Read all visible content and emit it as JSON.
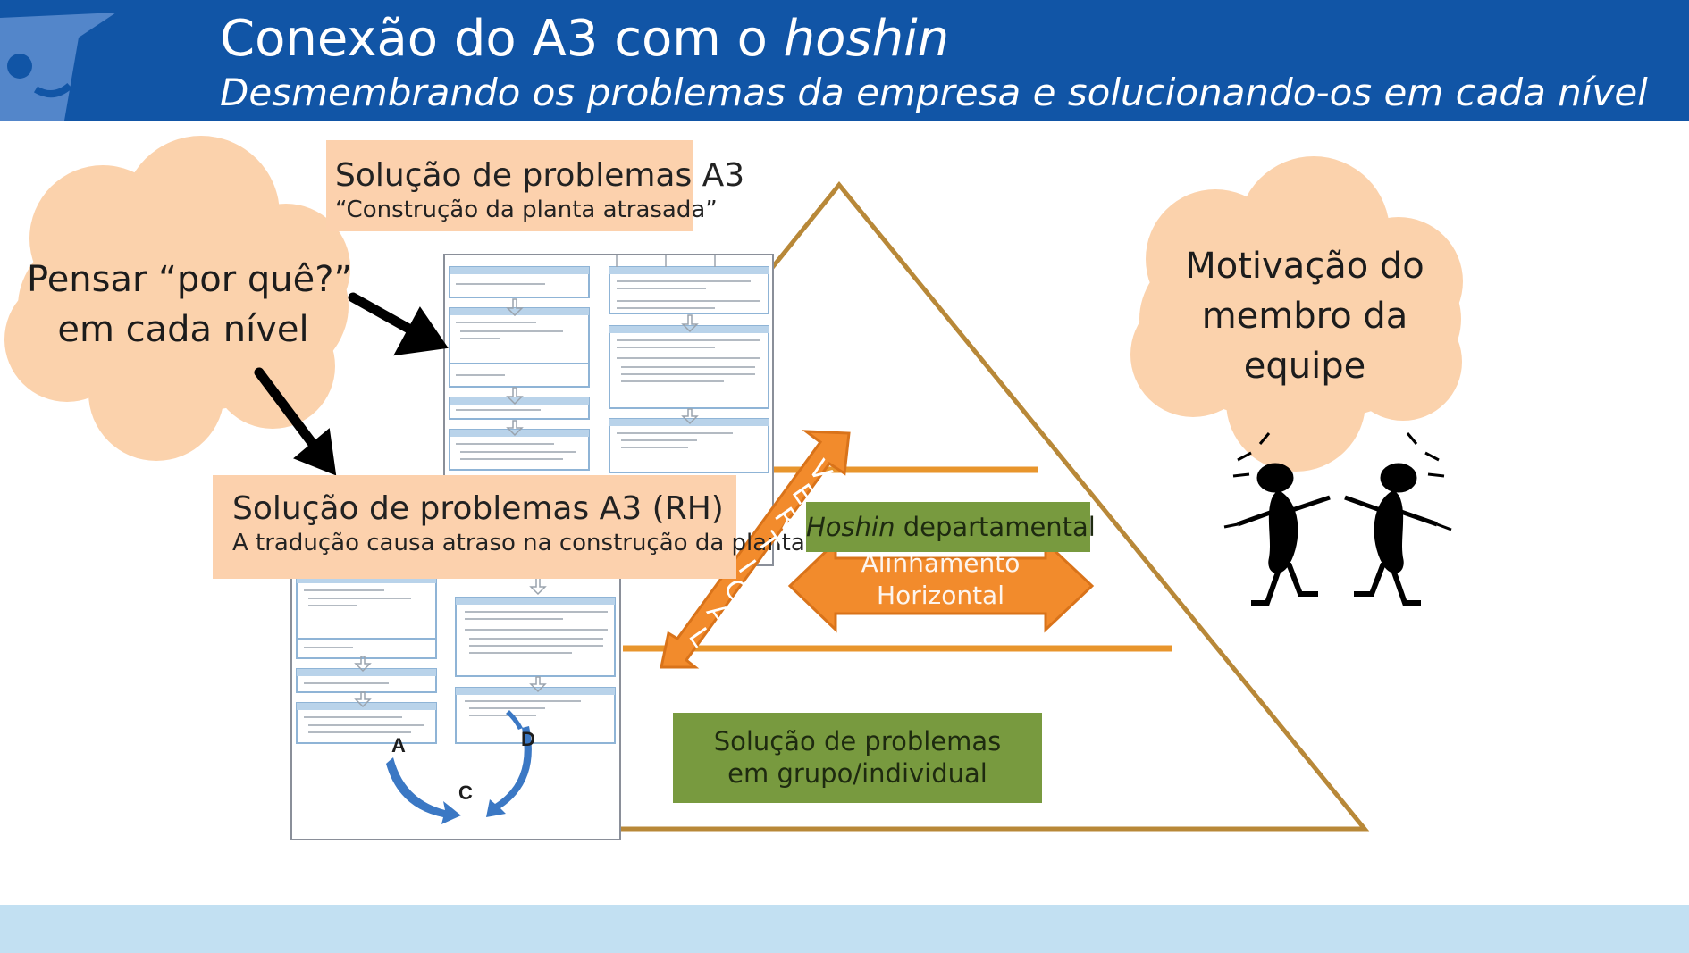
{
  "header": {
    "title_main": "Conexão do A3 com o",
    "title_italic": "hoshin",
    "subtitle": "Desmembrando os problemas da empresa e solucionando-os em cada nível"
  },
  "cloud_left": {
    "line1": "Pensar “por quê?”",
    "line2": "em cada nível"
  },
  "cloud_right": {
    "line1": "Motivação do",
    "line2": "membro da",
    "line3": "equipe"
  },
  "a3_top": {
    "title": "Solução de problemas A3",
    "subtitle": "“Construção da planta atrasada”"
  },
  "a3_rh": {
    "title": "Solução de problemas A3 (RH)",
    "subtitle": "A tradução causa atraso na construção da planta"
  },
  "pyramid": {
    "hoshin_italic": "Hoshin",
    "hoshin_rest": " departamental",
    "horizontal_line1": "Alinhamento",
    "horizontal_line2": "Horizontal",
    "vertical_letters": [
      "V",
      "E",
      "R",
      "T",
      "I",
      "C",
      "A",
      "L"
    ],
    "bottom_line1": "Solução de problemas",
    "bottom_line2": "em grupo/individual"
  },
  "pdca": {
    "a": "A",
    "d": "D",
    "c": "C"
  },
  "colors": {
    "header": "#1155a6",
    "footer": "#c2e0f2",
    "label_box": "#fcd1ad",
    "cloud": "#fbd2ac",
    "green_box": "#789a3f",
    "orange_arrow": "#f28b2c",
    "pyramid_stroke": "#b88838",
    "pyramid_band": "#e8952c"
  }
}
